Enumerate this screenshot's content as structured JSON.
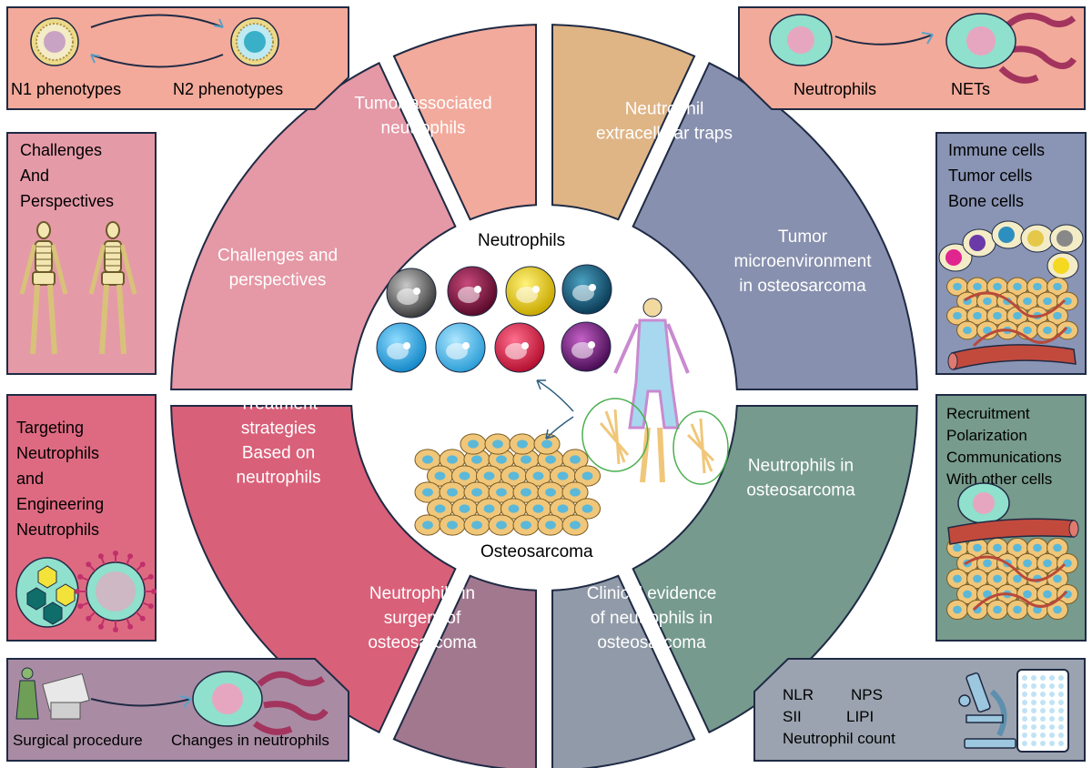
{
  "center": {
    "top_label": "Neutrophils",
    "bottom_label": "Osteosarcoma"
  },
  "segments": [
    {
      "id": "tan",
      "color": "#f2aa9c",
      "lines": [
        "Tumor-associated",
        "neutrophils"
      ]
    },
    {
      "id": "nets",
      "color": "#dfb586",
      "lines": [
        "Neutrophil",
        "extracellular traps"
      ]
    },
    {
      "id": "tme",
      "color": "#8790ae",
      "lines": [
        "Tumor",
        "microenvironment",
        "in osteosarcoma"
      ]
    },
    {
      "id": "in-os",
      "color": "#769a8e",
      "lines": [
        "Neutrophils in",
        "osteosarcoma"
      ]
    },
    {
      "id": "clinical",
      "color": "#919aa8",
      "lines": [
        "Clinical evidence",
        "of neutrophils in",
        "osteosarcoma"
      ]
    },
    {
      "id": "surgery",
      "color": "#a2788f",
      "lines": [
        "Neutrophils in",
        "surgery of",
        "osteosarcoma"
      ]
    },
    {
      "id": "treatment",
      "color": "#d96079",
      "lines": [
        "Treatment",
        "strategies",
        "Based on",
        "neutrophils"
      ]
    },
    {
      "id": "challenges",
      "color": "#e598a5",
      "lines": [
        "Challenges and",
        "perspectives"
      ]
    }
  ],
  "panels": {
    "n1n2": {
      "color": "#f3aa9b",
      "left_label": "N1 phenotypes",
      "right_label": "N2 phenotypes"
    },
    "nets": {
      "color": "#f2aa9a",
      "left_label": "Neutrophils",
      "right_label": "NETs"
    },
    "challenges": {
      "color": "#e59aa8",
      "lines": [
        "Challenges",
        "And",
        "Perspectives"
      ]
    },
    "immune": {
      "color": "#8a95b5",
      "lines": [
        "Immune cells",
        "Tumor cells",
        "Bone cells"
      ]
    },
    "targeting": {
      "color": "#de6a82",
      "lines": [
        "Targeting",
        "Neutrophils",
        "and",
        "Engineering",
        "Neutrophils"
      ]
    },
    "recruitment": {
      "color": "#779b8c",
      "lines": [
        "Recruitment",
        "Polarization",
        "Communications",
        "With other cells"
      ]
    },
    "surgical": {
      "color": "#a98ca4",
      "left_label": "Surgical procedure",
      "right_label": "Changes in neutrophils"
    },
    "clinical": {
      "color": "#9aa3af",
      "items": [
        "NLR",
        "NPS",
        "SII",
        "LIPI",
        "Neutrophil count"
      ]
    }
  },
  "colors": {
    "outline": "#1f2a44",
    "cell_body": "#f0c77a",
    "cell_nucleus": "#5bb8d8",
    "neutrophil_body": "#8fe0cc",
    "neutrophil_nucleus": "#e7a6c0",
    "net_color": "#a3345e"
  },
  "icons": [
    "swap-arrows-icon",
    "arrow-right-icon",
    "skeleton-icon",
    "blood-vessel-icon",
    "microscope-icon",
    "well-plate-icon",
    "surgeon-icon",
    "virus-icon",
    "hexagon-particles-icon",
    "body-anatomy-icon"
  ]
}
